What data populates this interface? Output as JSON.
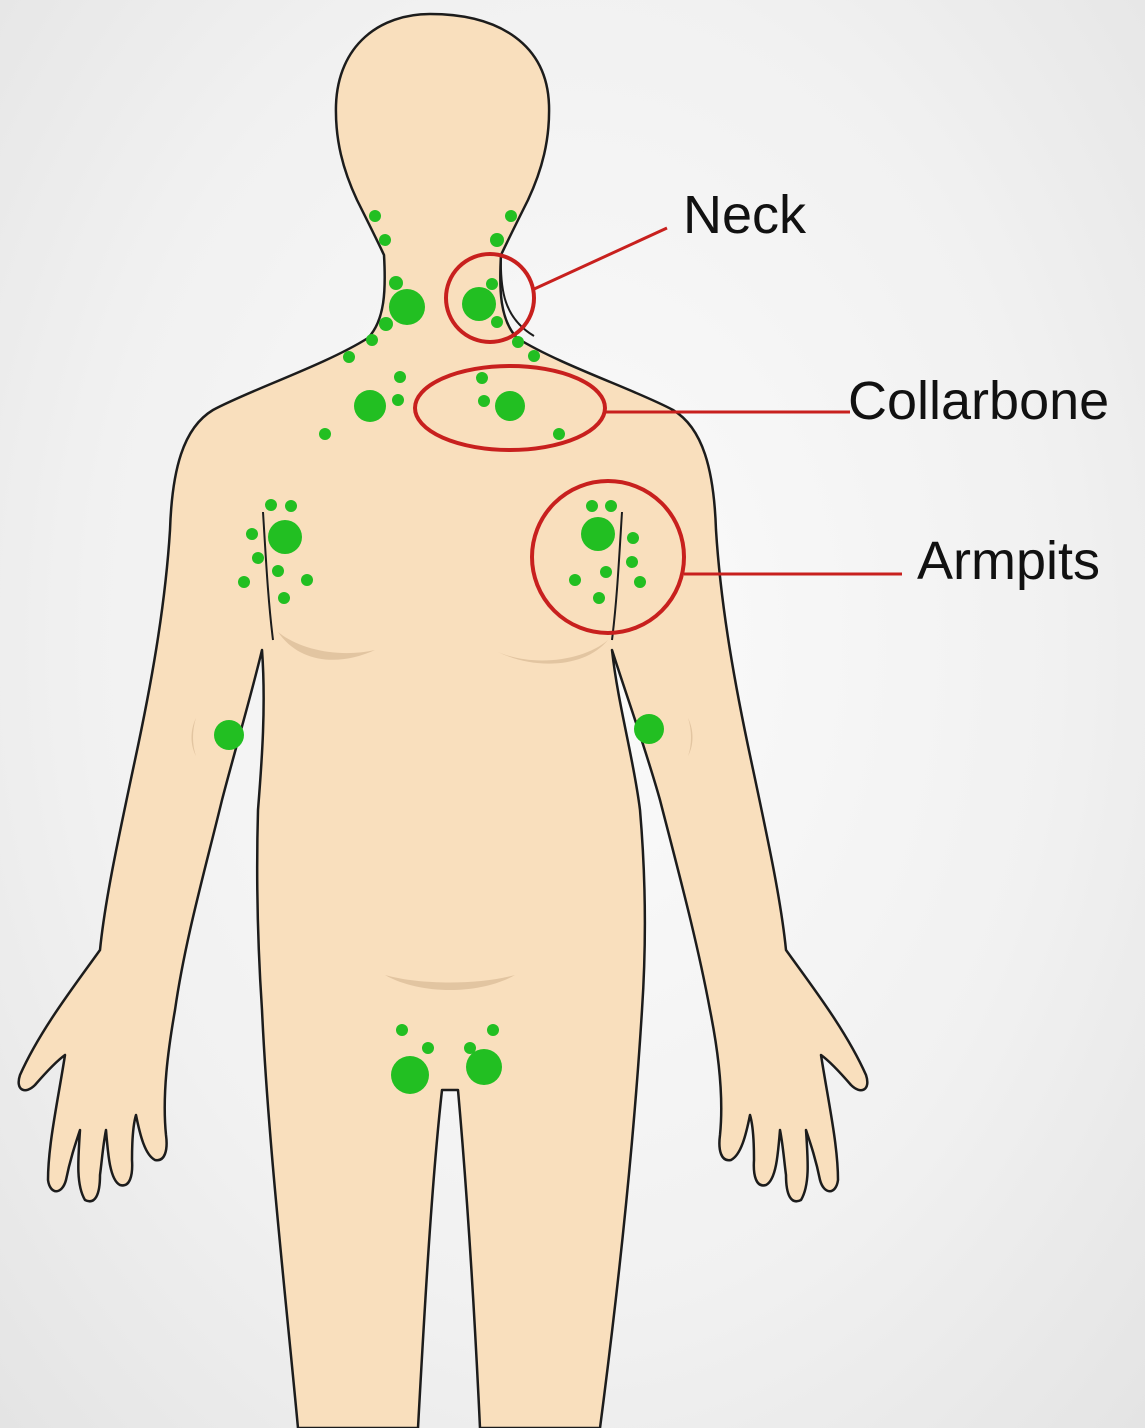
{
  "colors": {
    "skin": "#f9dfbd",
    "outline": "#1c1c1c",
    "shade": "#d9b996",
    "lymph_node": "#22bf22",
    "callout": "#c8201e"
  },
  "labels": {
    "neck": "Neck",
    "collarbone": "Collarbone",
    "armpits": "Armpits"
  }
}
